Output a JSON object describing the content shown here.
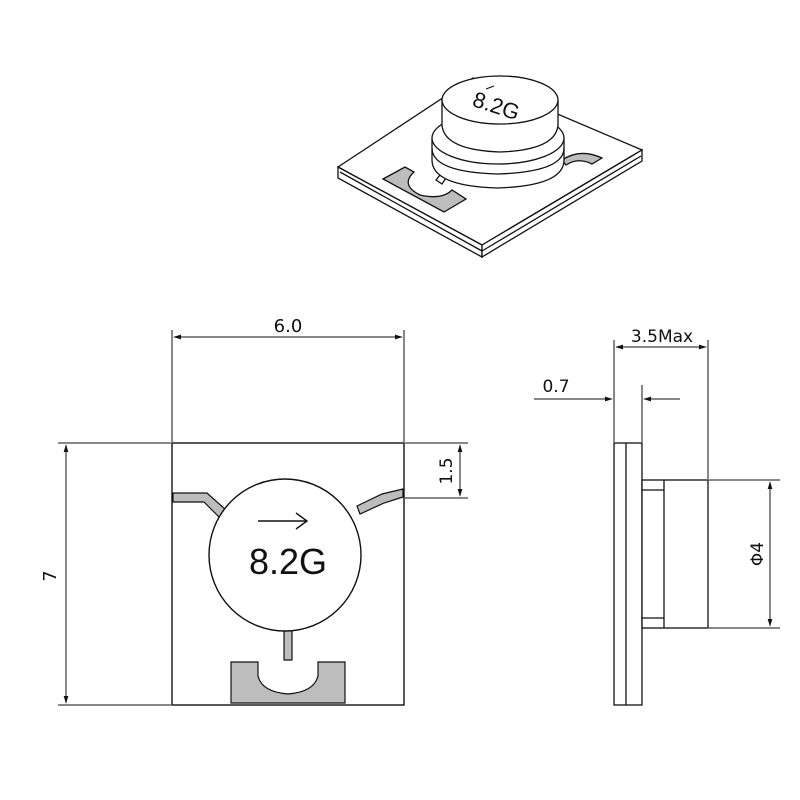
{
  "component": {
    "marking": "8.2G",
    "iso_marking": "8.2G"
  },
  "dimensions": {
    "width": "6.0",
    "height": "7",
    "pin_offset": "1.5",
    "thickness_max": "3.5Max",
    "base_thickness": "0.7",
    "cap_diameter": "Φ4"
  },
  "colors": {
    "line": "#111111",
    "pad": "#bdbdbd",
    "body": "#ffffff"
  }
}
